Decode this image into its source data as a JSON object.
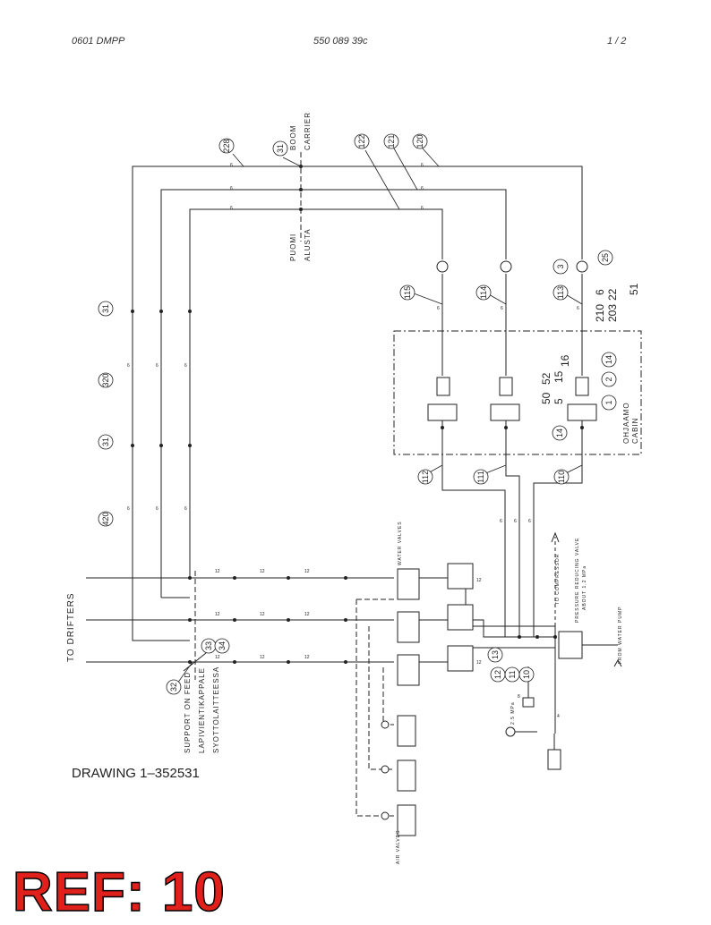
{
  "header": {
    "left": "0601 DMPP",
    "center": "550 089 39c",
    "right": "1 /  2"
  },
  "labels": {
    "boom": "BOOM",
    "carrier": "CARRIER",
    "puomi": "PUOMI",
    "alusta": "ALUSTA",
    "ohjaamo": "OHJAAMO",
    "cabin": "CABIN",
    "to_drifters": "TO DRIFTERS",
    "support_on_feed": "SUPPORT ON FEED",
    "lapivientikappale": "LAPIVIENTIKAPPALE",
    "syottolaitteessa": "SYOTTOLAITTEESSA",
    "water_valves": "WATER VALVES",
    "air_valves": "AIR VALVES",
    "to_compressor": "TO COMPRESSOR",
    "pressure_reducing_valve": "PRESSURE REDUCING VALVE",
    "about_pressure": "ABOUT 1,2 MPa",
    "from_water_pump": "FROM WATER PUMP",
    "pressure_25": "2.5 MPa"
  },
  "balloons": {
    "b228": "228",
    "b31_top": "31",
    "b122": "122",
    "b121": "121",
    "b120": "120",
    "b115": "115",
    "b114": "114",
    "b113": "113",
    "b3": "3",
    "b25": "25",
    "b2": "2",
    "b14": "14",
    "b1": "1",
    "b14b": "14",
    "b31_a": "31",
    "b320": "320",
    "b31_b": "31",
    "b420": "420",
    "b112": "112",
    "b111": "111",
    "b110": "110",
    "b33": "33",
    "b34": "34",
    "b32": "32",
    "b13": "13",
    "b12": "12",
    "b11": "11",
    "b10": "10"
  },
  "stacked_numbers": {
    "s_a1": "210",
    "s_a2": "203",
    "s_a3": "6",
    "s_a4": "22",
    "s_a5": "51",
    "s_b1": "50",
    "s_b2": "5",
    "s_b3": "52",
    "s_b4": "15",
    "s_b5": "16"
  },
  "line_sizes": {
    "six": "6",
    "twelve": "12",
    "eight": "8",
    "four": "4"
  },
  "footer": {
    "drawing_number": "DRAWING 1–352531",
    "ref": "REF: 10"
  }
}
